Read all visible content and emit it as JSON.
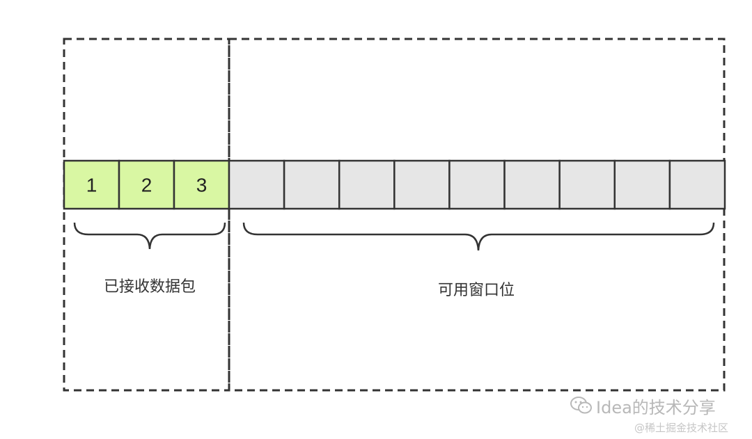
{
  "packets": [
    {
      "label": "1",
      "state": "received"
    },
    {
      "label": "2",
      "state": "received"
    },
    {
      "label": "3",
      "state": "received"
    },
    {
      "label": "",
      "state": "available"
    },
    {
      "label": "",
      "state": "available"
    },
    {
      "label": "",
      "state": "available"
    },
    {
      "label": "",
      "state": "available"
    },
    {
      "label": "",
      "state": "available"
    },
    {
      "label": "",
      "state": "available"
    },
    {
      "label": "",
      "state": "available"
    },
    {
      "label": "",
      "state": "available"
    },
    {
      "label": "",
      "state": "available"
    }
  ],
  "labels": {
    "received": "已接收数据包",
    "available": "可用窗口位"
  },
  "watermark": {
    "main": "Idea的技术分享",
    "sub": "@稀土掘金技术社区",
    "logo_icon": "wechat-icon"
  },
  "colors": {
    "received_fill": "#d9f7a3",
    "available_fill": "#e6e6e6",
    "outline": "#333333"
  }
}
